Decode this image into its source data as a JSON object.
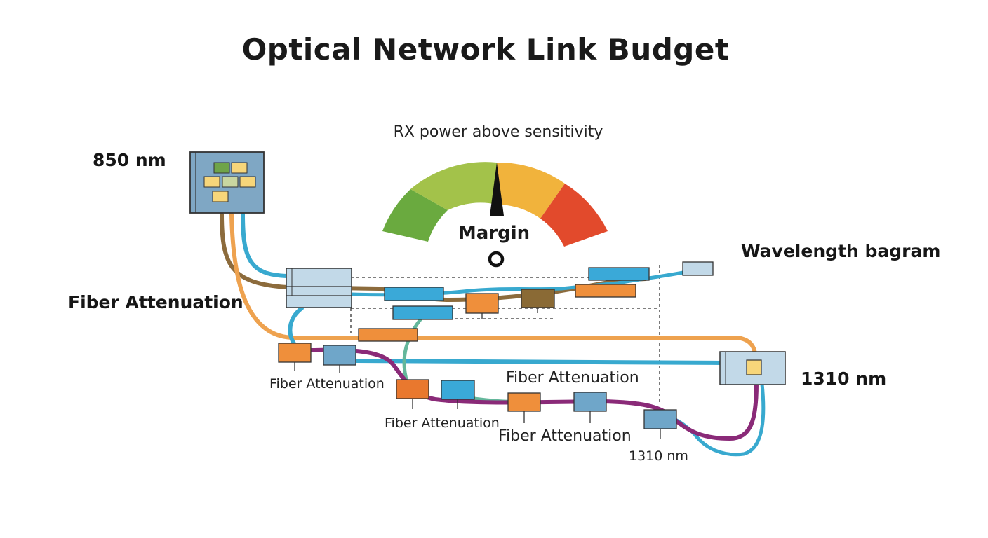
{
  "title": "Optical Network Link Budget",
  "gauge": {
    "caption": "RX power above sensitivity",
    "label": "Margin"
  },
  "labels": {
    "tx_850": "850 nm",
    "wavelength_diagram": "Wavelength bagram",
    "fiber_attenuation_main": "Fiber Attenuation",
    "rx_1310": "1310 nm",
    "fiber_attenuation_1": "Fiber Attenuation",
    "fiber_attenuation_2": "Fiber Attenuation",
    "fiber_attenuation_3": "Fiber Attenuation",
    "fiber_attenuation_4": "Fiber Attenuation",
    "node_1310": "1310 nm"
  },
  "colors": {
    "fiber_brown": "#8c6b3c",
    "fiber_cyan": "#38a9cf",
    "fiber_orange": "#eea24f",
    "fiber_purple": "#8a2a78",
    "fiber_green": "#64b79b",
    "module_orange": "#ef8f3b",
    "module_cyan": "#3aa9d8",
    "module_steel": "#6fa6c9",
    "module_brown": "#8a6a35",
    "panel_blue": "#7fa7c4",
    "gauge_green": "#6aaa3f",
    "gauge_lime": "#a3c24a",
    "gauge_yellow": "#f1b33c",
    "gauge_orange": "#ef8a2e",
    "gauge_red": "#e24a2c"
  }
}
